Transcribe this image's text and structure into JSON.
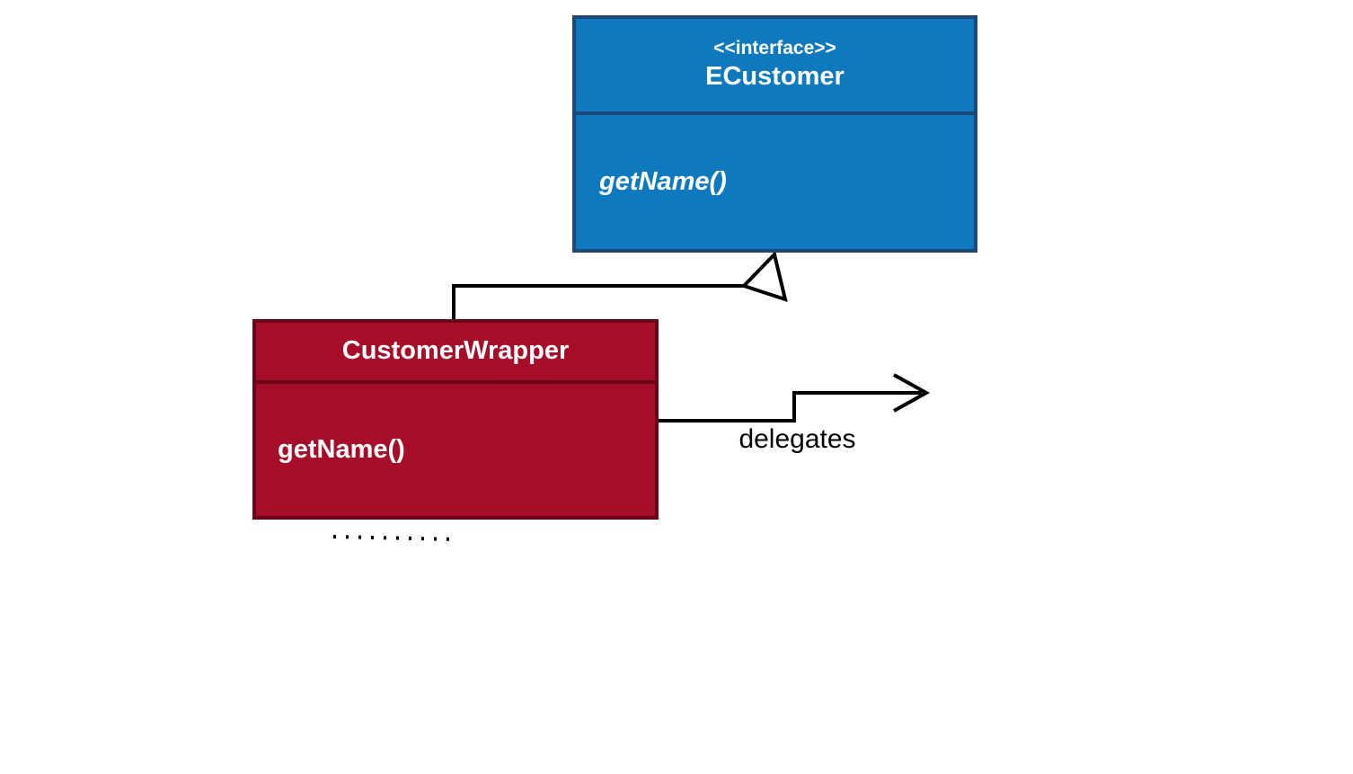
{
  "diagram": {
    "interface_box": {
      "stereotype": "<<interface>>",
      "name": "ECustomer",
      "methods": [
        "getName()"
      ]
    },
    "wrapper_box": {
      "name": "CustomerWrapper",
      "methods": [
        "getName()"
      ]
    },
    "edges": {
      "delegates_label": "delegates"
    },
    "colors": {
      "interface_fill": "#0E7ABD",
      "interface_border": "#1E4677",
      "wrapper_fill": "#A50D28",
      "wrapper_border": "#6B0419",
      "connector": "#000000",
      "text_light": "#FFFFFF",
      "label_text": "#000000"
    }
  }
}
